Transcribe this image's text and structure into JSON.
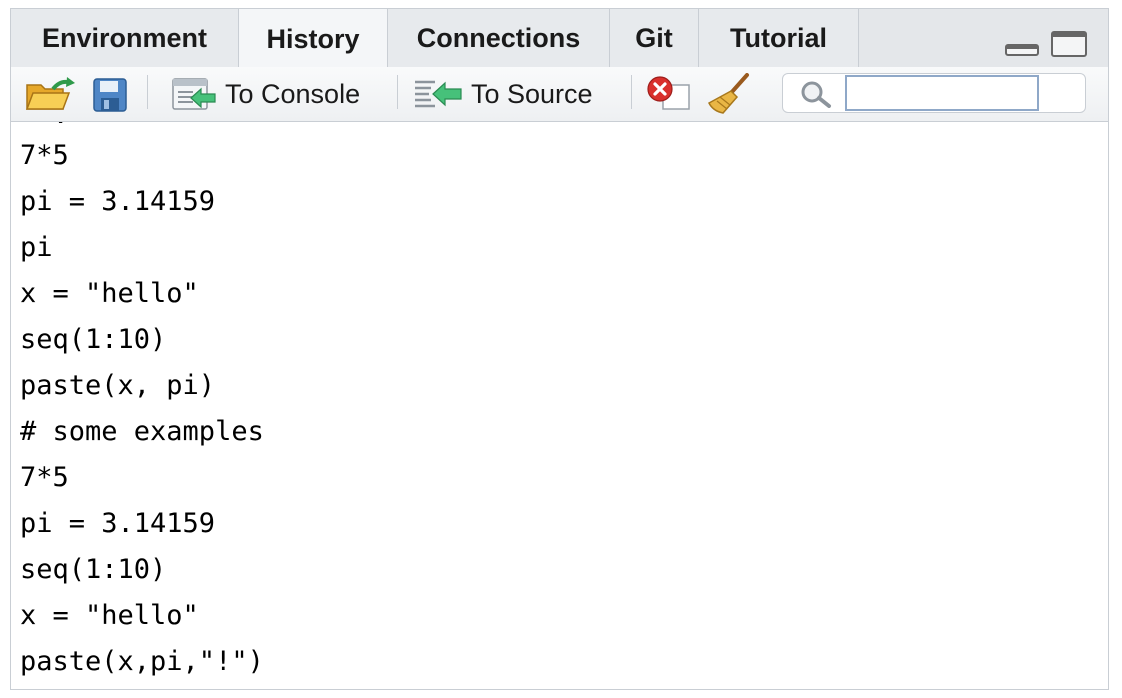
{
  "tabs": [
    {
      "label": "Environment",
      "active": false
    },
    {
      "label": "History",
      "active": true
    },
    {
      "label": "Connections",
      "active": false
    },
    {
      "label": "Git",
      "active": false
    },
    {
      "label": "Tutorial",
      "active": false
    }
  ],
  "toolbar": {
    "load_icon": "open-folder-icon",
    "save_icon": "save-icon",
    "to_console_label": "To Console",
    "to_source_label": "To Source",
    "remove_icon": "remove-entry-icon",
    "clear_icon": "broom-icon",
    "search_placeholder": "",
    "search_value": ""
  },
  "history": {
    "lines": [
      "7*5",
      "pi = 3.14159",
      "pi",
      "x = \"hello\"",
      "seq(1:10)",
      "paste(x, pi)",
      "# some examples",
      "7*5",
      "pi = 3.14159",
      "seq(1:10)",
      "x = \"hello\"",
      "paste(x,pi,\"!\")"
    ]
  },
  "colors": {
    "tab_bar": "#e4e7ea",
    "active_tab": "#f4f6f8",
    "border": "#c9ced4",
    "search_focus": "#8fa8c8",
    "remove_red": "#d9302c",
    "arrow_green": "#3aa45a"
  }
}
